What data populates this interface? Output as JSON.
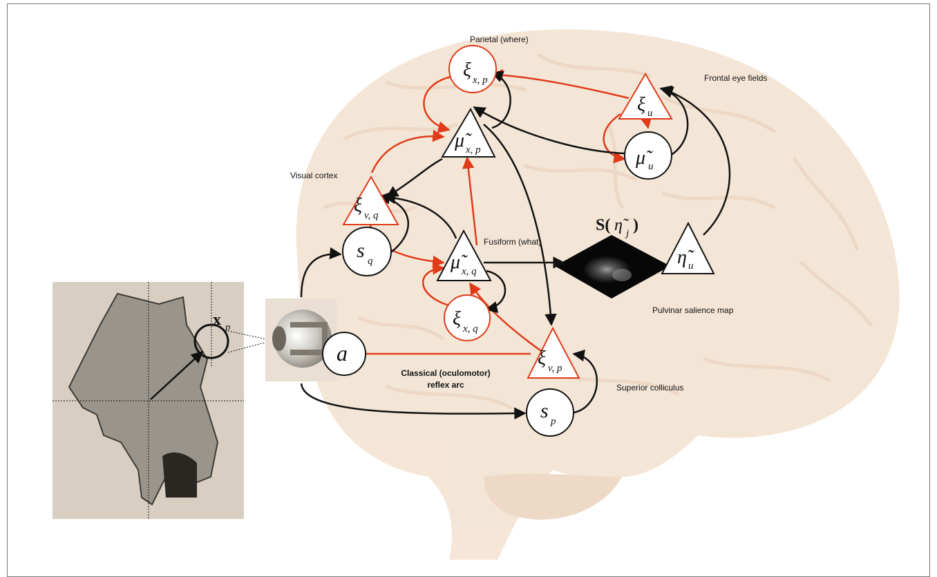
{
  "labels": {
    "parietal": "Parietal (where)",
    "frontal_eye_fields": "Frontal eye fields",
    "visual_cortex": "Visual cortex",
    "fusiform": "Fusiform (what)",
    "pulvinar": "Pulvinar salience map",
    "classical_line1": "Classical (oculomotor)",
    "classical_line2": "reflex arc",
    "superior_colliculus": "Superior colliculus"
  },
  "nodes": {
    "xi_x_p": {
      "sym": "ξ",
      "sub": "x, p"
    },
    "mu_x_p": {
      "sym": "μ̃",
      "sub": "x, p"
    },
    "xi_u": {
      "sym": "ξ",
      "sub": "u"
    },
    "mu_u": {
      "sym": "μ̃",
      "sub": "u"
    },
    "xi_v_q": {
      "sym": "ξ",
      "sub": "v, q"
    },
    "s_q": {
      "sym": "s",
      "sub": "q"
    },
    "mu_x_q": {
      "sym": "μ̃",
      "sub": "x, q"
    },
    "xi_x_q": {
      "sym": "ξ",
      "sub": "x, q"
    },
    "xi_v_p": {
      "sym": "ξ",
      "sub": "v, p"
    },
    "s_p": {
      "sym": "s",
      "sub": "p"
    },
    "a": {
      "sym": "a",
      "sub": ""
    },
    "eta_u": {
      "sym": "η̃",
      "sub": "u"
    },
    "x_p": {
      "sym": "x",
      "sub": "p"
    }
  },
  "salience_label": {
    "prefix": "S(",
    "sym": "η̃",
    "sub": "j",
    "suffix": ")"
  },
  "colors": {
    "red": "#e03a1a",
    "black": "#111111",
    "brain": "#f0dcc8",
    "photo_bg": "#d8cfc2"
  }
}
